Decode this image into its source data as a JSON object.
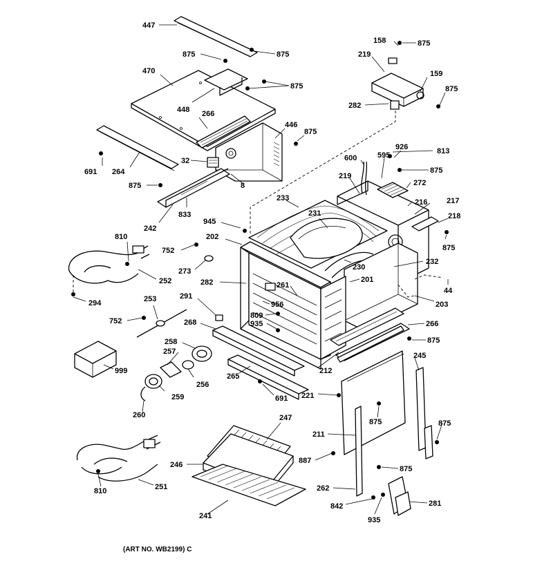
{
  "labels": {
    "l447": "447",
    "l875a": "875",
    "l875b": "875",
    "l875c": "875",
    "l158": "158",
    "l875d": "875",
    "l219a": "219",
    "l470": "470",
    "l159": "159",
    "l875e": "875",
    "l448": "448",
    "l266a": "266",
    "l282a": "282",
    "l446": "446",
    "l875f": "875",
    "l926": "926",
    "l813": "813",
    "l691a": "691",
    "l264": "264",
    "l32": "32",
    "l600": "600",
    "l595": "595",
    "l875g": "875",
    "l8": "8",
    "l219b": "219",
    "l272": "272",
    "l875h": "875",
    "l233": "233",
    "l216": "216",
    "l217": "217",
    "l218": "218",
    "l242": "242",
    "l833": "833",
    "l945": "945",
    "l231": "231",
    "l810a": "810",
    "l202": "202",
    "l752a": "752",
    "l875i": "875",
    "l273": "273",
    "l230": "230",
    "l232": "232",
    "l252": "252",
    "l201": "201",
    "l44": "44",
    "l282b": "282",
    "l261": "261",
    "l294": "294",
    "l291": "291",
    "l956": "956",
    "l203": "203",
    "l253": "253",
    "l809": "809",
    "l752b": "752",
    "l935a": "935",
    "l268": "268",
    "l266b": "266",
    "l875j": "875",
    "l258": "258",
    "l257": "257",
    "l999": "999",
    "l212": "212",
    "l245": "245",
    "l265": "265",
    "l256": "256",
    "l259": "259",
    "l691b": "691",
    "l221": "221",
    "l260": "260",
    "l247": "247",
    "l875k": "875",
    "l875l": "875",
    "l211": "211",
    "l246": "246",
    "l887": "887",
    "l875m": "875",
    "l810b": "810",
    "l251": "251",
    "l262": "262",
    "l842": "842",
    "l935b": "935",
    "l281": "281",
    "l241": "241"
  },
  "caption": "(ART NO. WB2199) C"
}
